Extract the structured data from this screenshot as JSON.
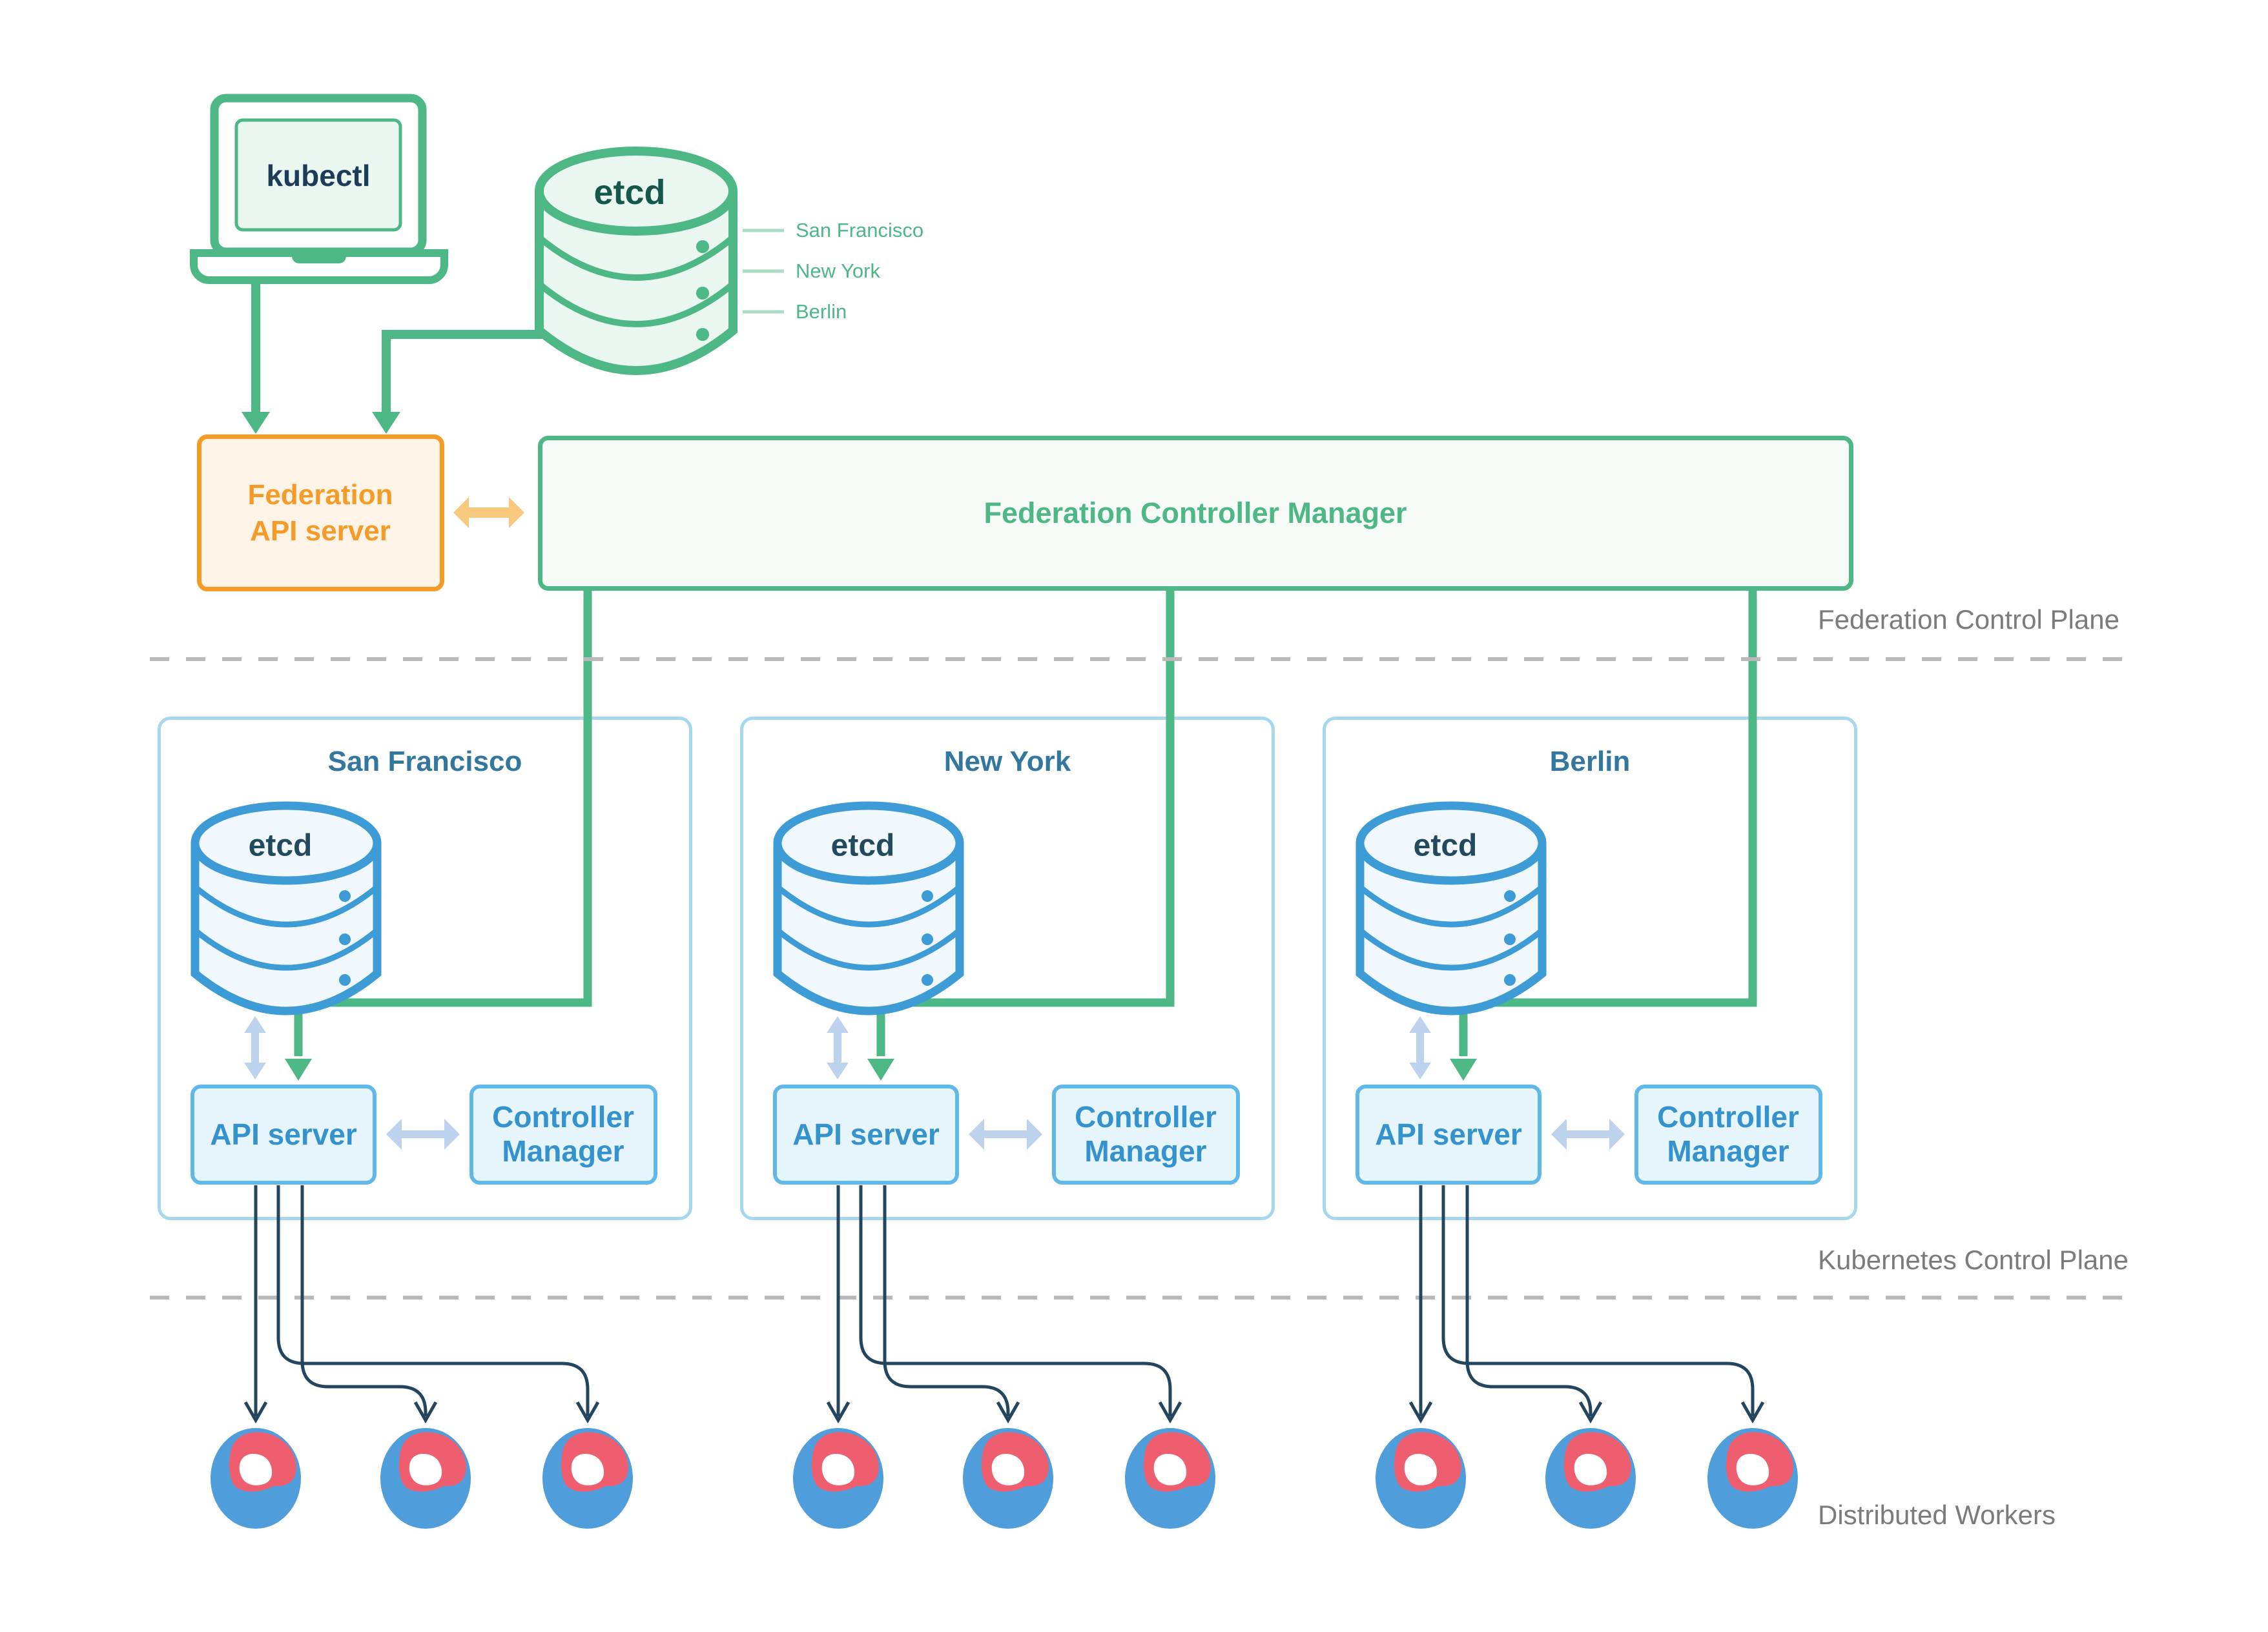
{
  "colors": {
    "green": "#4db885",
    "green_dark_text": "#15584a",
    "green_light_fill": "#eaf6f0",
    "green_tick": "#a9dcc3",
    "orange": "#f59c28",
    "orange_fill": "#fdf3e6",
    "orange_arrow": "#f8c87f",
    "cluster_border": "#a5d8ef",
    "cluster_title": "#33779f",
    "cylinder_blue": "#3d9bd5",
    "cylinder_fill": "#f0f8fd",
    "inner_box_border": "#5fb8e8",
    "inner_box_fill": "#e6f4fb",
    "inner_box_text": "#3492cf",
    "pale_arrow": "#bdd3ed",
    "worker_line": "#24455e",
    "worker_blue": "#4f9edb",
    "worker_red": "#ef5e6e",
    "gray_text": "#7b7b7b",
    "gray_dash": "#b9b9b9"
  },
  "icons": {
    "kubectl": "laptop-icon",
    "etcd": "database-cylinder-icon",
    "worker": "kubernetes-node-icon"
  },
  "kubectl": {
    "label": "kubectl"
  },
  "federation_etcd": {
    "label": "etcd",
    "regions": [
      "San Francisco",
      "New York",
      "Berlin"
    ]
  },
  "federation_api_server": {
    "lines": [
      "Federation",
      "API server"
    ]
  },
  "federation_controller_manager": {
    "label": "Federation Controller Manager"
  },
  "planes": {
    "federation": "Federation Control Plane",
    "kubernetes": "Kubernetes Control Plane",
    "workers": "Distributed Workers"
  },
  "clusters": [
    {
      "name": "San Francisco",
      "etcd_label": "etcd",
      "api_server_label": "API server",
      "cm_lines": [
        "Controller",
        "Manager"
      ],
      "workers_count": 3
    },
    {
      "name": "New York",
      "etcd_label": "etcd",
      "api_server_label": "API server",
      "cm_lines": [
        "Controller",
        "Manager"
      ],
      "workers_count": 3
    },
    {
      "name": "Berlin",
      "etcd_label": "etcd",
      "api_server_label": "API server",
      "cm_lines": [
        "Controller",
        "Manager"
      ],
      "workers_count": 3
    }
  ]
}
